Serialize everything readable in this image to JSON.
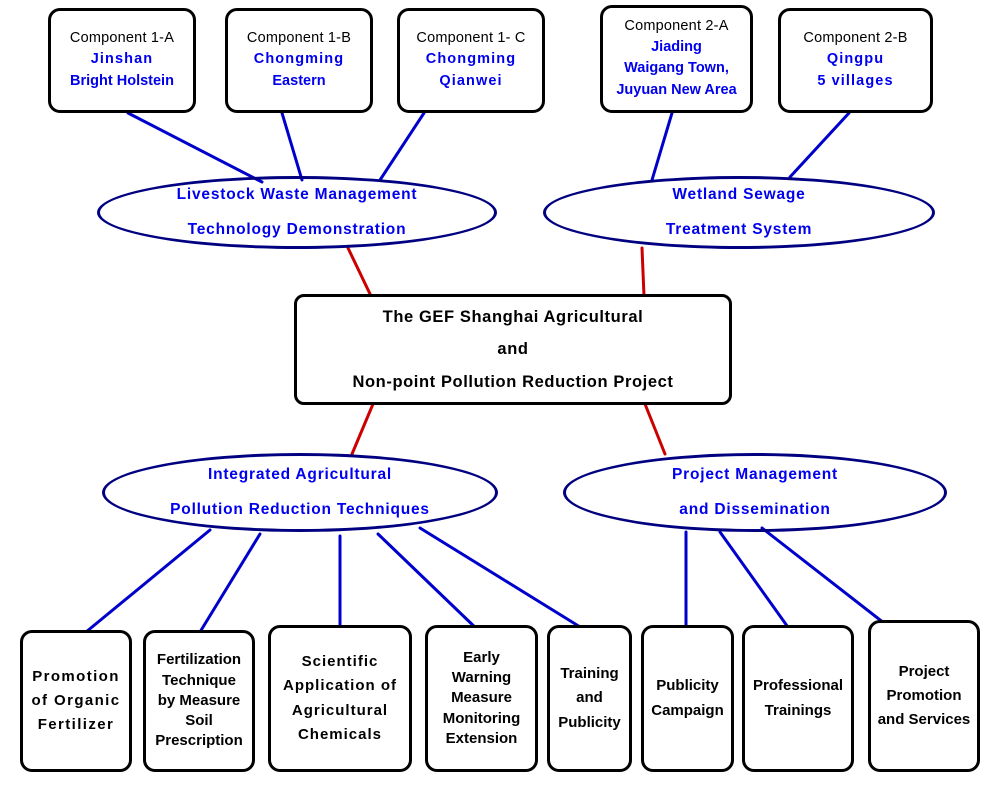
{
  "diagram": {
    "title": "The GEF Shanghai Agricultural and Non-point Pollution Reduction Project structure",
    "colors": {
      "box_border": "#000000",
      "ellipse_border": "#000080",
      "blue_text": "#0000EE",
      "blue_edge": "#0000CC",
      "red_edge": "#CC0000",
      "background": "#FFFFFF"
    }
  },
  "center": {
    "line1": "The  GEF  Shanghai  Agricultural",
    "line2": "and",
    "line3": "Non-point  Pollution  Reduction Project"
  },
  "components": [
    {
      "header": "Component  1-A",
      "sub1": "Jinshan",
      "sub2": "Bright Holstein"
    },
    {
      "header": "Component 1-B",
      "sub1": "Chongming",
      "sub2": "Eastern"
    },
    {
      "header": "Component 1- C",
      "sub1": "Chongming",
      "sub2": "Qianwei"
    },
    {
      "header": "Component  2-A",
      "sub1": "Jiading",
      "sub2": "Waigang Town,",
      "sub3": "Juyuan New Area"
    },
    {
      "header": "Component  2-B",
      "sub1": "Qingpu",
      "sub2": "5 villages"
    }
  ],
  "ellipses": [
    {
      "line1": "Livestock Waste Management",
      "line2": "Technology Demonstration"
    },
    {
      "line1": "Wetland Sewage",
      "line2": "Treatment System"
    },
    {
      "line1": "Integrated Agricultural",
      "line2": "Pollution Reduction Techniques"
    },
    {
      "line1": "Project Management",
      "line2": "and Dissemination"
    }
  ],
  "activities": [
    {
      "lines": [
        "Promotion",
        "of Organic",
        "Fertilizer"
      ]
    },
    {
      "lines": [
        "Fertilization",
        "Technique",
        "by Measure",
        "Soil",
        "Prescription"
      ]
    },
    {
      "lines": [
        "Scientific",
        "Application of",
        "Agricultural",
        "Chemicals"
      ]
    },
    {
      "lines": [
        "Early",
        "Warning",
        "Measure",
        "Monitoring",
        "Extension"
      ]
    },
    {
      "lines": [
        "Training",
        "and",
        "Publicity"
      ]
    },
    {
      "lines": [
        "Publicity",
        "Campaign"
      ]
    },
    {
      "lines": [
        "Professional",
        "Trainings"
      ]
    },
    {
      "lines": [
        "Project",
        "Promotion",
        "and Services"
      ]
    }
  ]
}
